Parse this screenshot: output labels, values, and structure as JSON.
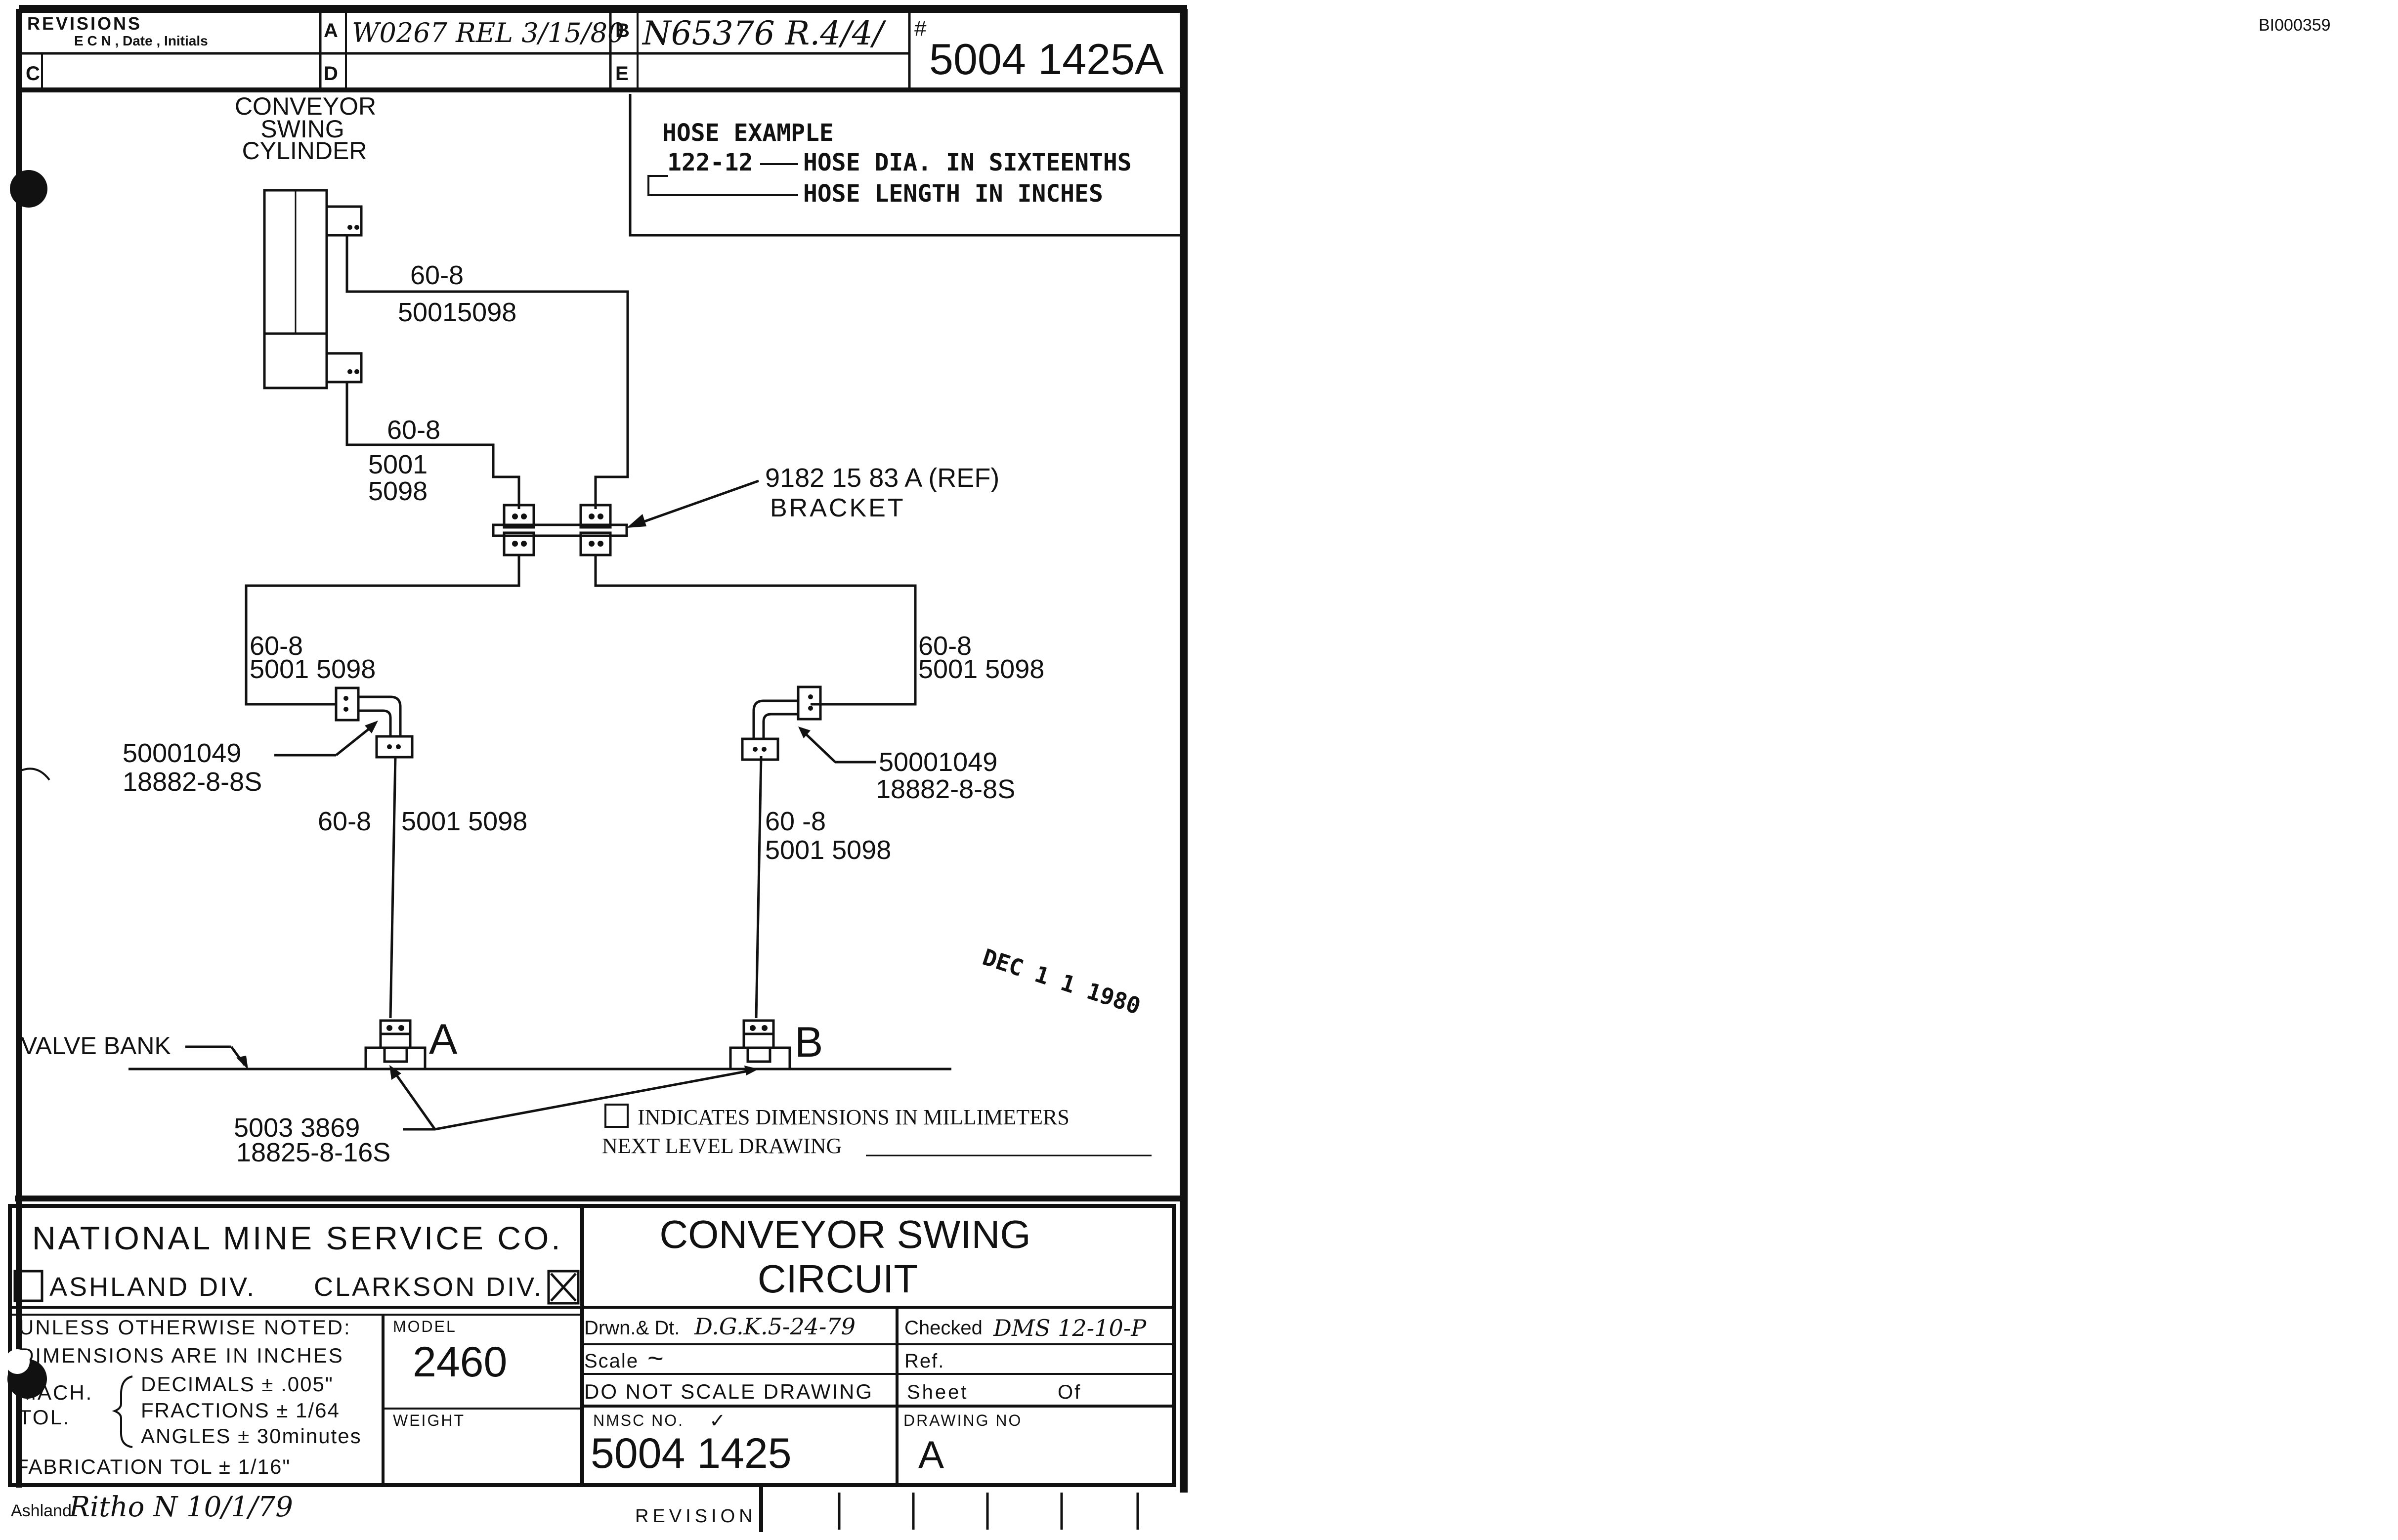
{
  "doc_id": "BI000359",
  "revisions": {
    "header_line1": "REVISIONS",
    "header_line2": "E C N , Date , Initials",
    "rows": [
      {
        "letter": "A",
        "entry": "W0267 REL 3/15/80"
      },
      {
        "letter": "B",
        "entry": "N65376 R.4/4/"
      },
      {
        "letter": "C",
        "entry": ""
      },
      {
        "letter": "D",
        "entry": ""
      },
      {
        "letter": "E",
        "entry": ""
      }
    ],
    "number_mark": "#",
    "number": "5004 1425A"
  },
  "hose_example": {
    "title": "HOSE  EXAMPLE",
    "code": "122-12",
    "line1": "HOSE  DIA.  IN  SIXTEENTHS",
    "line2": "HOSE  LENGTH  IN  INCHES"
  },
  "labels": {
    "cylinder": [
      "CONVEYOR",
      "SWING",
      "CYLINDER"
    ],
    "hose_top_code": "60-8",
    "hose_top_part": "50015098",
    "hose_mid_code": "60-8",
    "hose_mid_part": [
      "5001",
      "5098"
    ],
    "bracket_part": "9182 15 83 A (REF)",
    "bracket_name": "BRACKET",
    "left_upper_code": "60-8",
    "left_upper_part": "5001 5098",
    "right_upper_code": "60-8",
    "right_upper_part": "5001 5098",
    "left_fitting": [
      "50001049",
      "18882-8-8S"
    ],
    "right_fitting": [
      "50001049",
      "18882-8-8S"
    ],
    "left_lower_code": "60-8",
    "left_lower_part": "5001 5098",
    "right_lower_code": "60 -8",
    "right_lower_part": "5001 5098",
    "valve_bank": "VALVE BANK",
    "port_a": "A",
    "port_b": "B",
    "valve_fitting": [
      "5003 3869",
      "18825-8-16S"
    ],
    "date_stamp": "DEC 1 1 1980",
    "mm_note": "INDICATES DIMENSIONS IN MILLIMETERS",
    "next_level": "NEXT LEVEL DRAWING"
  },
  "title_block": {
    "company": "NATIONAL MINE SERVICE CO.",
    "div_left": "ASHLAND DIV.",
    "div_right": "CLARKSON DIV.",
    "title_line1": "CONVEYOR   SWING",
    "title_line2": "CIRCUIT",
    "notes": {
      "line1": "UNLESS OTHERWISE NOTED:",
      "line2": "DIMENSIONS ARE IN INCHES",
      "mach": "MACH.",
      "tol": "TOL.",
      "decimals": "DECIMALS ± .005\"",
      "fractions": "FRACTIONS ± 1/64",
      "angles": "ANGLES ± 30minutes",
      "fab": "FABRICATION TOL  ± 1/16\""
    },
    "model_label": "MODEL",
    "model": "2460",
    "weight_label": "WEIGHT",
    "drawn_label": "Drwn.& Dt.",
    "drawn": "D.G.K.5-24-79",
    "checked_label": "Checked",
    "checked": "DMS 12-10-P",
    "scale_label": "Scale",
    "scale": "~",
    "ref_label": "Ref.",
    "do_not_scale": "DO NOT SCALE DRAWING",
    "sheet_label": "Sheet",
    "sheet_of": "Of",
    "nmsc_label": "NMSC NO.",
    "nmsc_check": "✓",
    "nmsc": "5004 1425",
    "drawing_no_label": "DRAWING NO",
    "drawing_no": "A",
    "footer_left": "Ashland",
    "footer_sig": "Ritho N 10/1/79",
    "revision_label": "REVISION"
  }
}
